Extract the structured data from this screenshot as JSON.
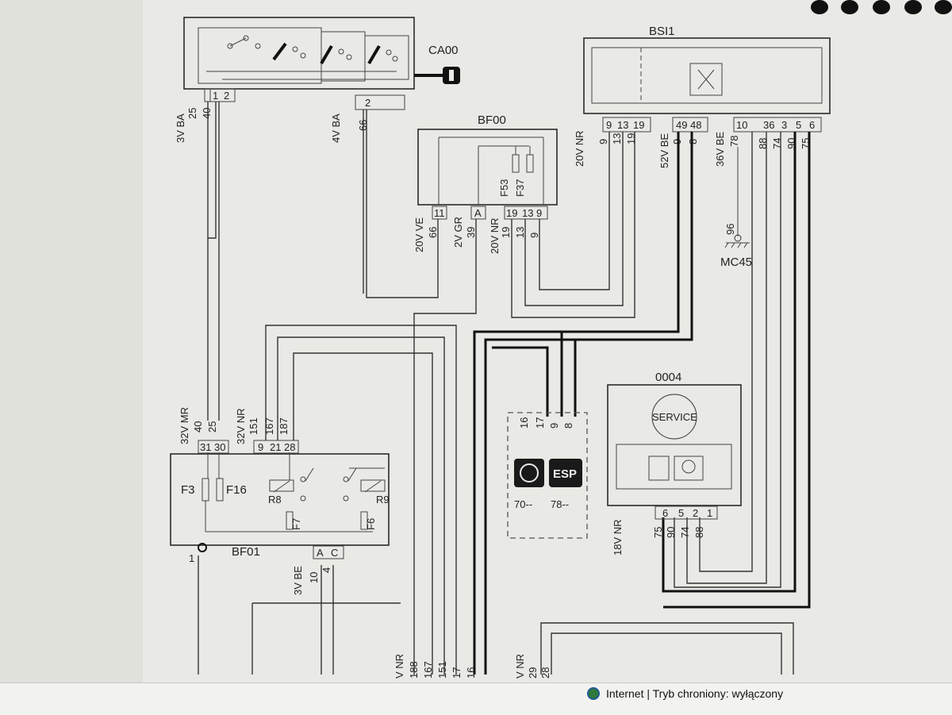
{
  "components": {
    "ca00": {
      "name": "CA00",
      "pins": [
        "1",
        "2",
        "2"
      ]
    },
    "bsi1": {
      "name": "BSI1",
      "pins": [
        "9",
        "13",
        "19",
        "49",
        "48",
        "10",
        "36",
        "3",
        "5",
        "6"
      ]
    },
    "bf00": {
      "name": "BF00",
      "fuses": [
        "F53",
        "F37"
      ],
      "pins": [
        "11",
        "A",
        "19",
        "13",
        "9"
      ]
    },
    "bf01": {
      "name": "BF01",
      "fuses": [
        "F3",
        "F16",
        "F7",
        "F6"
      ],
      "relays": [
        "R8",
        "R9"
      ],
      "pins_top": [
        "31",
        "30",
        "9",
        "21",
        "28"
      ],
      "pins_bottom": [
        "A",
        "C"
      ],
      "ground_pin": "1"
    },
    "c0004": {
      "name": "0004",
      "service": "SERVICE",
      "pins": [
        "6",
        "5",
        "2",
        "1"
      ]
    },
    "mc45": {
      "name": "MC45",
      "wire": "96"
    },
    "esp": {
      "label": "ESP",
      "pins": [
        "16",
        "17",
        "9",
        "8"
      ],
      "legend": [
        "70--",
        "78--"
      ]
    }
  },
  "wire_labels": {
    "ca00_left": [
      "3V BA",
      "25",
      "40"
    ],
    "ca00_right": [
      "4V BA",
      "66"
    ],
    "bf00_bottom": [
      "20V VE",
      "66",
      "2V GR",
      "39",
      "20V NR",
      "19",
      "13",
      "9"
    ],
    "bsi_left": [
      "20V NR",
      "9",
      "13",
      "19"
    ],
    "bsi_mid": [
      "52V BE",
      "9",
      "8"
    ],
    "bsi_right": [
      "36V BE",
      "78",
      "88",
      "74",
      "90",
      "75"
    ],
    "bf01_left": [
      "32V MR",
      "40",
      "25"
    ],
    "bf01_right": [
      "32V NR",
      "151",
      "167",
      "187"
    ],
    "bf01_bottom": [
      "3V BE",
      "10",
      "4"
    ],
    "c0004_bottom": [
      "18V NR",
      "75",
      "90",
      "74",
      "88"
    ],
    "bottom_left": [
      "V NR",
      "188",
      "167",
      "151",
      "17",
      "16"
    ],
    "bottom_right": [
      "V NR",
      "29",
      "28"
    ]
  },
  "status": {
    "text": "Internet | Tryb chroniony: wyłączony"
  }
}
